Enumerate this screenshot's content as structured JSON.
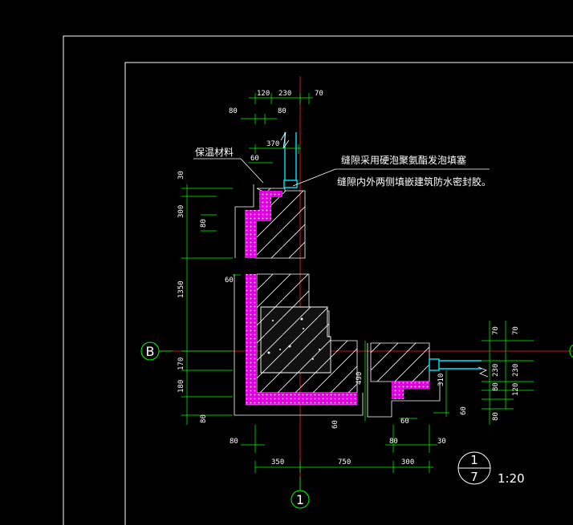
{
  "drawing": {
    "background_color": "#000000",
    "colors": {
      "frame": "#ffffff",
      "dimension": "#00ff00",
      "axis": "#ff2222",
      "insulation": "#e000e0",
      "concrete": "#ffffff",
      "joint": "#00e5ff"
    },
    "notes": {
      "material_label": "保温材料",
      "joint_note_1": "缝隙采用硬泡聚氨酯发泡填塞",
      "joint_note_2": "缝隙内外两侧填嵌建筑防水密封胶。"
    },
    "axis_labels": {
      "row_axis": "B",
      "column_axis": "1"
    },
    "detail_symbol": {
      "top": "1",
      "bottom": "7"
    },
    "scale_text": "1:20",
    "dimensions": {
      "top_120": "120",
      "top_230": "230",
      "top_70": "70",
      "top_80a": "80",
      "top_80b": "80",
      "top_370": "370",
      "top_60": "60",
      "left_30": "30",
      "left_300": "300",
      "left_80": "80",
      "left_1350": "1350",
      "left_60": "60",
      "left_170": "170",
      "left_180": "180",
      "left_80b": "80",
      "mid_490": "490",
      "mid_60": "60",
      "mid_310": "310",
      "mid_60b": "60",
      "mid_60c": "60",
      "bot_80": "80",
      "bot_80b": "80",
      "bot_30": "30",
      "bot_350": "350",
      "bot_750": "750",
      "bot_300": "300",
      "right_70a": "70",
      "right_70b": "70",
      "right_230a": "230",
      "right_230b": "230",
      "right_80": "80",
      "right_120": "120",
      "right_80b": "80"
    }
  }
}
